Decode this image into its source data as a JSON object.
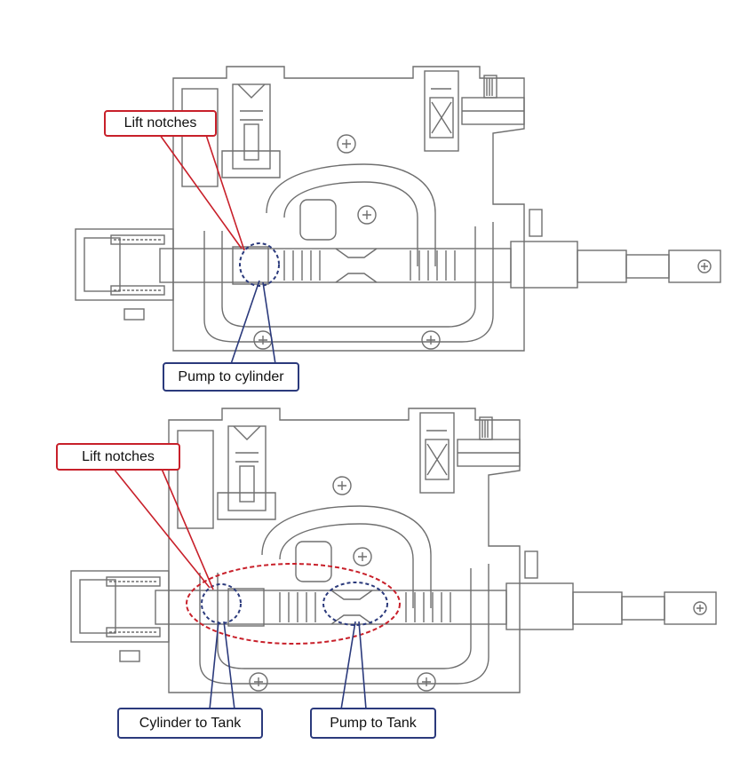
{
  "colors": {
    "outline": "#6f6f6f",
    "red_callout": "#c8202a",
    "blue_callout": "#2b3a7c",
    "background": "#ffffff"
  },
  "top_view": {
    "lift_label": "Lift notches",
    "pump_label": "Pump to cylinder"
  },
  "bottom_view": {
    "lift_label": "Lift notches",
    "cylinder_label": "Cylinder to Tank",
    "pump_label": "Pump to Tank"
  }
}
